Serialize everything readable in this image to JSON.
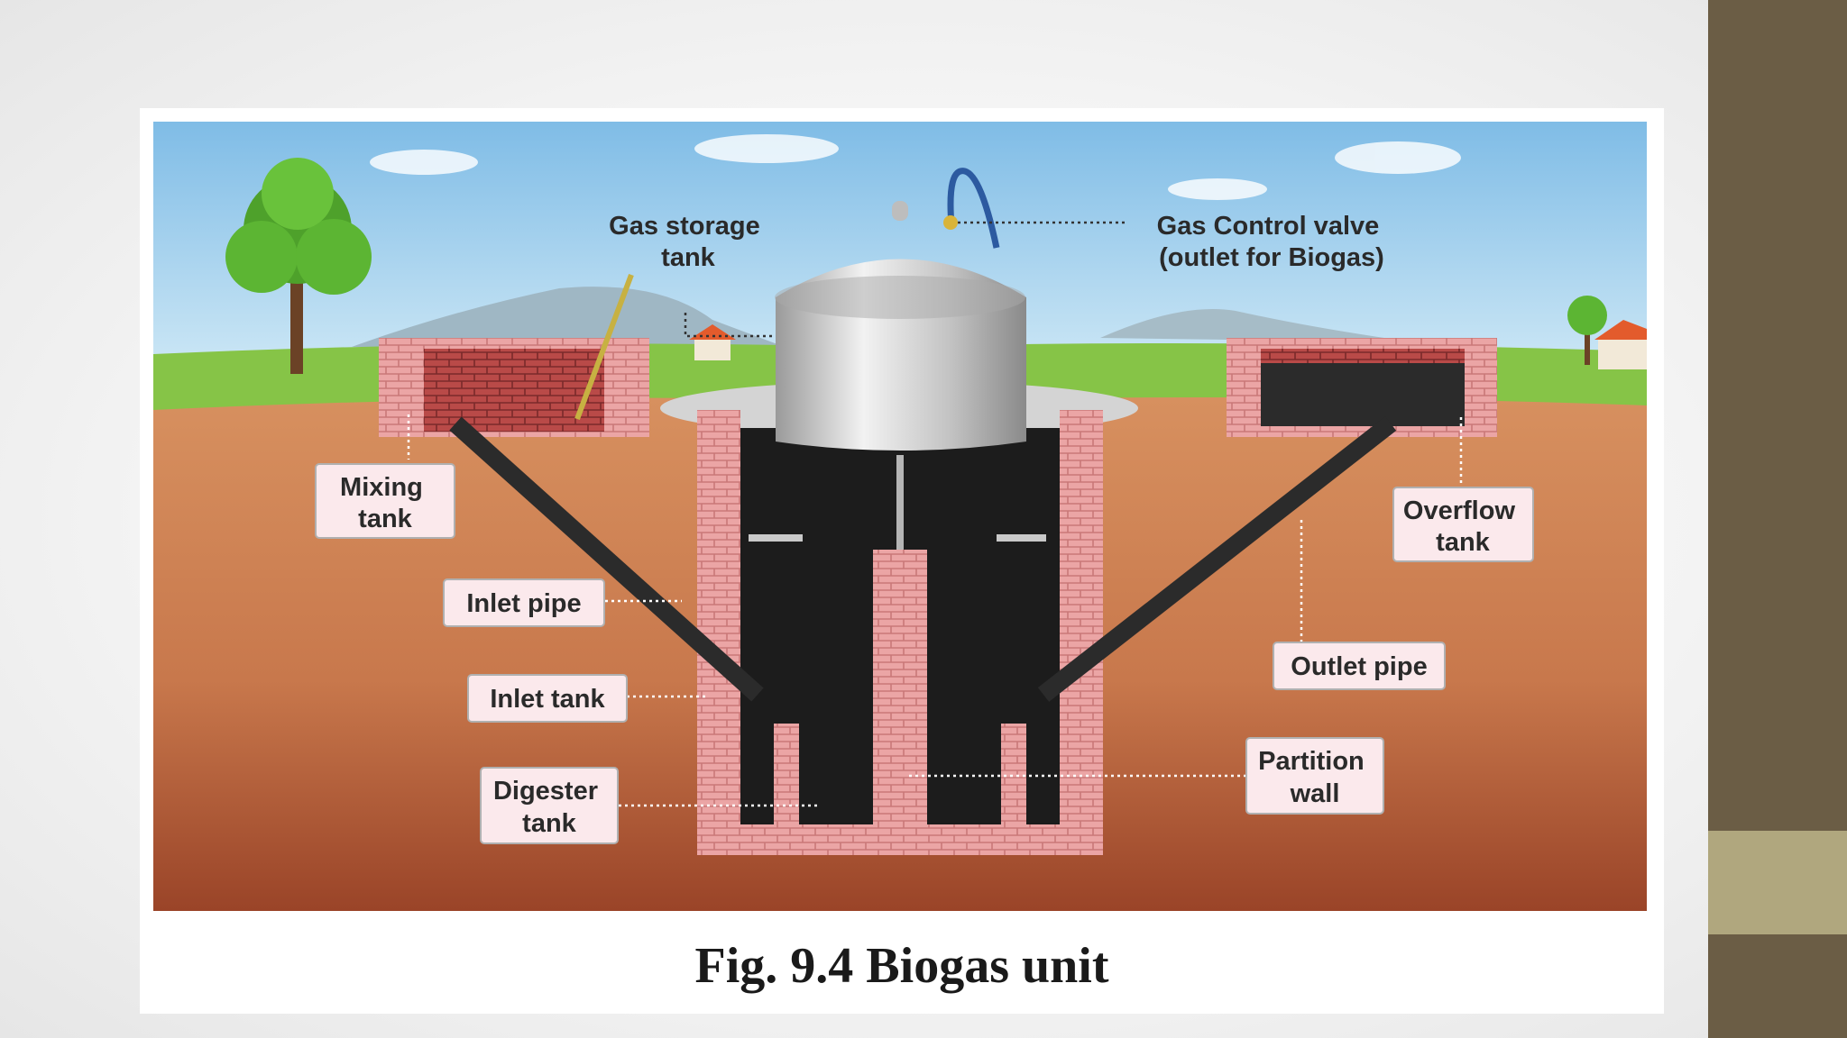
{
  "figure": {
    "caption": "Fig. 9.4 Biogas unit"
  },
  "labels": {
    "gas_storage_tank": [
      "Gas storage",
      "tank"
    ],
    "gas_control_valve": [
      "Gas Control valve",
      "(outlet for Biogas)"
    ],
    "mixing_tank": [
      "Mixing",
      "tank"
    ],
    "overflow_tank": [
      "Overflow",
      "tank"
    ],
    "inlet_pipe": [
      "Inlet pipe"
    ],
    "inlet_tank": [
      "Inlet tank"
    ],
    "digester_tank": [
      "Digester",
      "tank"
    ],
    "outlet_pipe": [
      "Outlet pipe"
    ],
    "partition_wall": [
      "Partition",
      "wall"
    ]
  },
  "colors": {
    "sky": "#8ec5e8",
    "grass": "#7fc243",
    "soil_top": "#d48a5c",
    "soil_bottom": "#9e4a2c",
    "brick": "#e8a0a0",
    "slurry": "#1c1c1c",
    "dome": "#c9c9c9",
    "label_fill": "#fbe9ec",
    "side_bar_dark": "#6b5d45",
    "side_bar_light": "#b0a77e"
  }
}
